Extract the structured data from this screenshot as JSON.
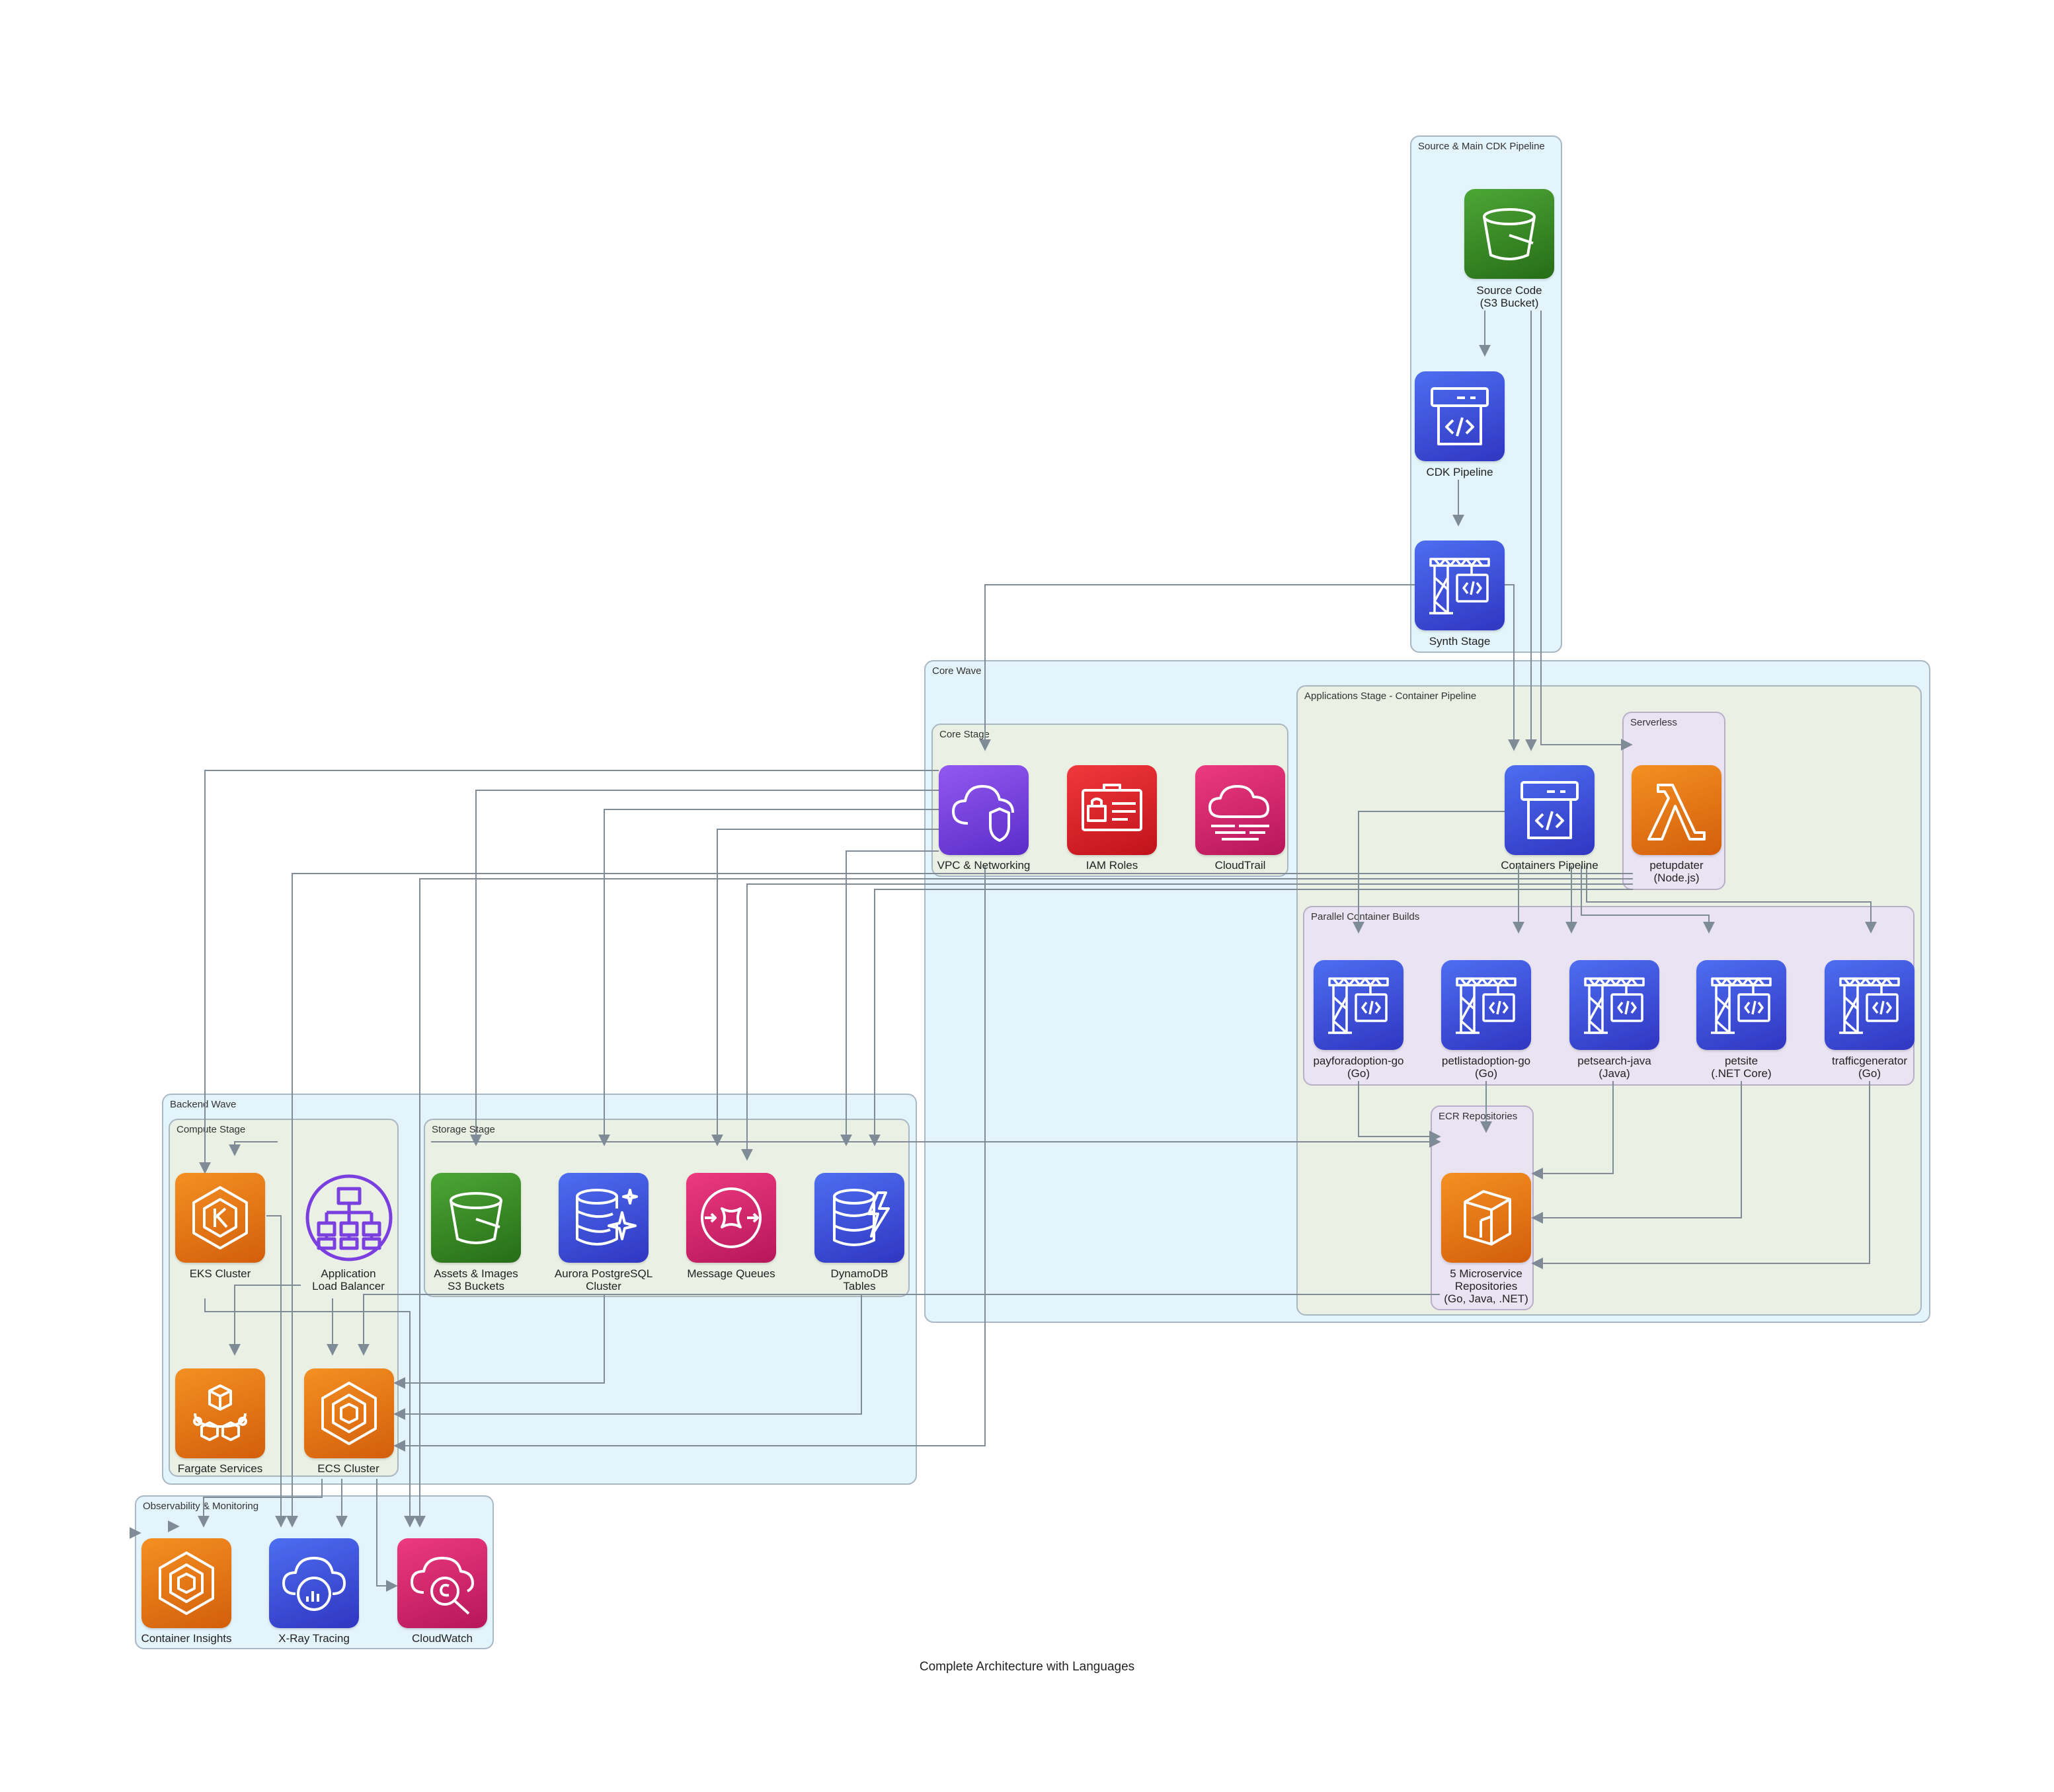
{
  "diagram": {
    "title": "Complete Architecture with Languages",
    "clusters": {
      "source": "Source & Main CDK Pipeline",
      "core_wave": "Core Wave",
      "core_stage": "Core Stage",
      "apps_stage": "Applications Stage - Container Pipeline",
      "serverless": "Serverless",
      "parallel": "Parallel Container Builds",
      "ecr": "ECR Repositories",
      "backend_wave": "Backend Wave",
      "compute_stage": "Compute Stage",
      "storage_stage": "Storage Stage",
      "observability": "Observability & Monitoring"
    },
    "nodes": {
      "source_code": "Source Code\n(S3 Bucket)",
      "cdk_pipeline": "CDK Pipeline",
      "synth_stage": "Synth Stage",
      "vpc": "VPC & Networking",
      "iam": "IAM Roles",
      "cloudtrail": "CloudTrail",
      "containers_pipeline": "Containers Pipeline",
      "petupdater": "petupdater\n(Node.js)",
      "payforadoption": "payforadoption-go\n(Go)",
      "petlistadoption": "petlistadoption-go\n(Go)",
      "petsearch": "petsearch-java\n(Java)",
      "petsite": "petsite\n(.NET Core)",
      "trafficgenerator": "trafficgenerator\n(Go)",
      "ecr_repos": "5 Microservice\nRepositories\n(Go, Java, .NET)",
      "eks": "EKS Cluster",
      "alb": "Application\nLoad Balancer",
      "fargate": "Fargate Services",
      "ecs": "ECS Cluster",
      "assets_s3": "Assets & Images\nS3 Buckets",
      "aurora": "Aurora PostgreSQL\nCluster",
      "queues": "Message Queues",
      "dynamodb": "DynamoDB\nTables",
      "container_insights": "Container Insights",
      "xray": "X-Ray Tracing",
      "cloudwatch": "CloudWatch"
    },
    "icons": {
      "source_code": "s3-bucket-icon",
      "cdk_pipeline": "codepipeline-icon",
      "synth_stage": "codebuild-icon",
      "vpc": "vpc-icon",
      "iam": "iam-icon",
      "cloudtrail": "cloudtrail-icon",
      "containers_pipeline": "codepipeline-icon",
      "petupdater": "lambda-icon",
      "builds": "codebuild-icon",
      "ecr_repos": "ecr-icon",
      "eks": "eks-icon",
      "alb": "load-balancer-icon",
      "fargate": "fargate-icon",
      "ecs": "ecs-icon",
      "assets_s3": "s3-bucket-icon",
      "aurora": "aurora-icon",
      "queues": "sqs-icon",
      "dynamodb": "dynamodb-icon",
      "container_insights": "ecs-icon",
      "xray": "xray-icon",
      "cloudwatch": "cloudwatch-icon"
    },
    "colors": {
      "wave_fill": "#e3f4fb",
      "stage_fill": "#eaf1e4",
      "subcluster_fill": "#e9e3f2",
      "cluster_border": "#a9b7c4",
      "edge": "#7f8b97",
      "storage_green": "#3b8c24",
      "devtools_blue": "#3c4fd8",
      "network_purple": "#7a3fe0",
      "security_red": "#dd2027",
      "management_pink": "#d11f6b",
      "compute_orange": "#e8730f"
    }
  }
}
